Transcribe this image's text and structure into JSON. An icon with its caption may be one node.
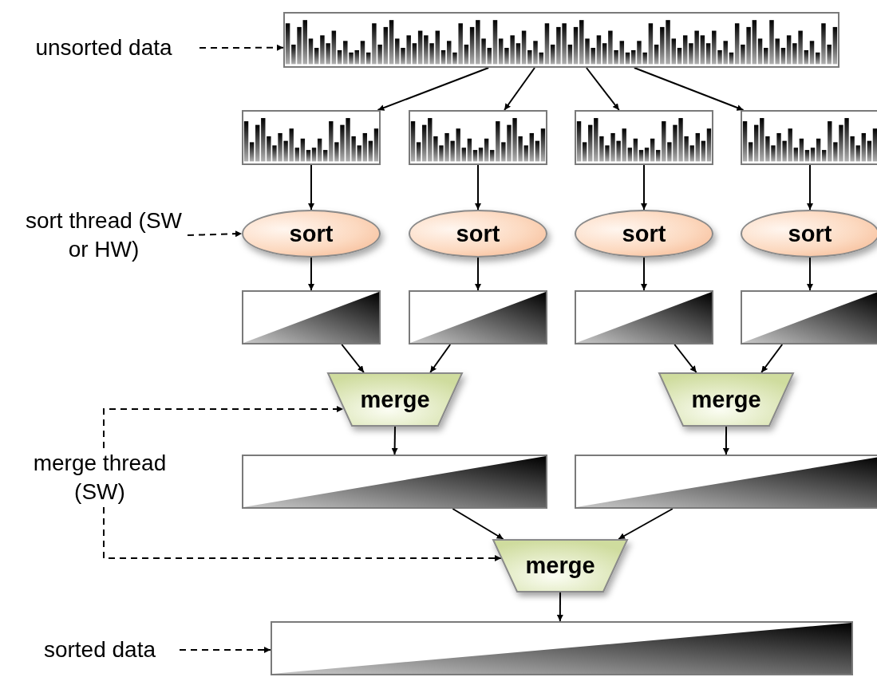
{
  "diagram": {
    "nodes": [
      {
        "text": [
          "unsorted data"
        ]
      },
      {
        "text": [],
        "shape": "picture"
      },
      {
        "text": [],
        "shape": "picture"
      },
      {
        "text": [],
        "shape": "picture"
      },
      {
        "text": [],
        "shape": "picture"
      },
      {
        "text": [],
        "shape": "picture"
      },
      {
        "text": [
          "sort thread (SW or HW)"
        ]
      },
      {
        "text": [
          "sort"
        ]
      },
      {
        "text": [
          "sort"
        ]
      },
      {
        "text": [
          "sort"
        ]
      },
      {
        "text": [
          "sort"
        ]
      },
      {
        "text": [],
        "shape": "box"
      },
      {
        "text": [],
        "shape": "box"
      },
      {
        "text": [],
        "shape": "box"
      },
      {
        "text": [],
        "shape": "box"
      },
      {
        "text": [
          "merge"
        ]
      },
      {
        "text": [
          "merge"
        ]
      },
      {
        "text": [
          "merge thread (SW)"
        ]
      },
      {
        "text": [],
        "shape": "box"
      },
      {
        "text": [],
        "shape": "box"
      },
      {
        "text": [
          "merge"
        ]
      },
      {
        "text": [
          "sorted data"
        ]
      },
      {
        "text": [],
        "shape": "box"
      }
    ],
    "edges": [
      {
        "from": 0,
        "to": 1,
        "arrow": "to",
        "style": "dashed"
      },
      {
        "from": 1,
        "to": 2,
        "arrow": "to"
      },
      {
        "from": 1,
        "to": 3,
        "arrow": "to"
      },
      {
        "from": 1,
        "to": 4,
        "arrow": "to"
      },
      {
        "from": 1,
        "to": 5,
        "arrow": "to"
      },
      {
        "from": 2,
        "to": 7,
        "arrow": "to"
      },
      {
        "from": 3,
        "to": 8,
        "arrow": "to"
      },
      {
        "from": 4,
        "to": 9,
        "arrow": "to"
      },
      {
        "from": 5,
        "to": 10,
        "arrow": "to"
      },
      {
        "from": 6,
        "to": 7,
        "arrow": "to",
        "style": "dashed"
      },
      {
        "from": 7,
        "to": 11,
        "arrow": "to"
      },
      {
        "from": 8,
        "to": 12,
        "arrow": "to"
      },
      {
        "from": 9,
        "to": 13,
        "arrow": "to"
      },
      {
        "from": 10,
        "to": 14,
        "arrow": "to"
      },
      {
        "from": 11,
        "to": 15,
        "arrow": "to"
      },
      {
        "from": 12,
        "to": 15,
        "arrow": "to"
      },
      {
        "from": 13,
        "to": 16,
        "arrow": "to"
      },
      {
        "from": 14,
        "to": 16,
        "arrow": "to"
      },
      {
        "from": 15,
        "to": 18,
        "arrow": "to"
      },
      {
        "from": 16,
        "to": 19,
        "arrow": "to"
      },
      {
        "from": 17,
        "to": 15,
        "arrow": "to",
        "style": "dashed"
      },
      {
        "from": 17,
        "to": 20,
        "arrow": "to",
        "style": "dashed"
      },
      {
        "from": 18,
        "to": 20,
        "arrow": "to"
      },
      {
        "from": 19,
        "to": 20,
        "arrow": "to"
      },
      {
        "from": 20,
        "to": 22,
        "arrow": "to"
      },
      {
        "from": 21,
        "to": 22,
        "arrow": "to",
        "style": "dashed"
      }
    ]
  }
}
